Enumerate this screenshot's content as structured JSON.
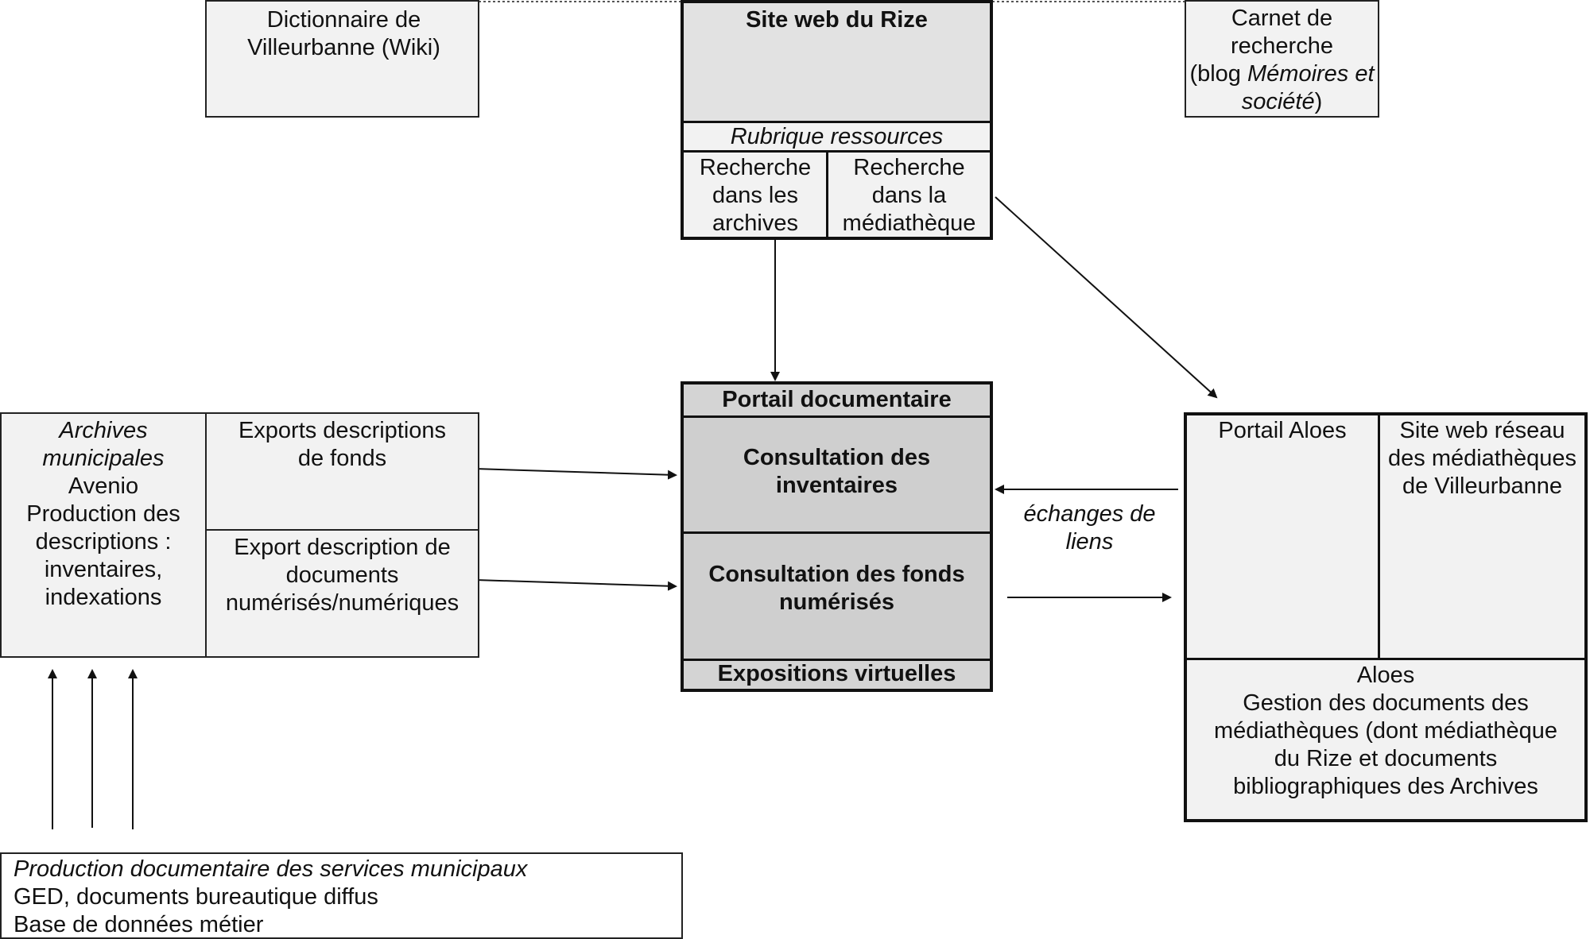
{
  "top": {
    "dictionnaire": "Dictionnaire de Villeurbanne (Wiki)",
    "carnet_line1": "Carnet de recherche",
    "carnet_line2_pre": "(blog ",
    "carnet_line2_it": "Mémoires et société",
    "carnet_line2_post": ")"
  },
  "site_rize": {
    "title": "Site web du Rize",
    "rubrique": "Rubrique ressources",
    "recherche_archives": "Recherche dans les archives",
    "recherche_mediatheque": "Recherche dans la médiathèque"
  },
  "portail": {
    "title": "Portail documentaire",
    "inventaires": "Consultation des inventaires",
    "fonds": "Consultation des fonds numérisés",
    "expositions": "Expositions virtuelles"
  },
  "archives": {
    "name_italic": "Archives municipales",
    "avenio": "Avenio",
    "production": "Production des descriptions : inventaires, indexations",
    "export_fonds": "Exports descriptions de fonds",
    "export_docs": "Export description de documents numérisés/numériques"
  },
  "aloes": {
    "portail": "Portail Aloes",
    "site_reseau": "Site web réseau des médiathèques de Villeurbanne",
    "title": "Aloes",
    "gestion": "Gestion des documents des médiathèques (dont médiathèque du Rize et documents bibliographiques des Archives"
  },
  "echanges": "échanges de liens",
  "production_services": {
    "title_italic": "Production documentaire des services municipaux",
    "line1": "GED, documents bureautique diffus",
    "line2": "Base de données métier"
  }
}
